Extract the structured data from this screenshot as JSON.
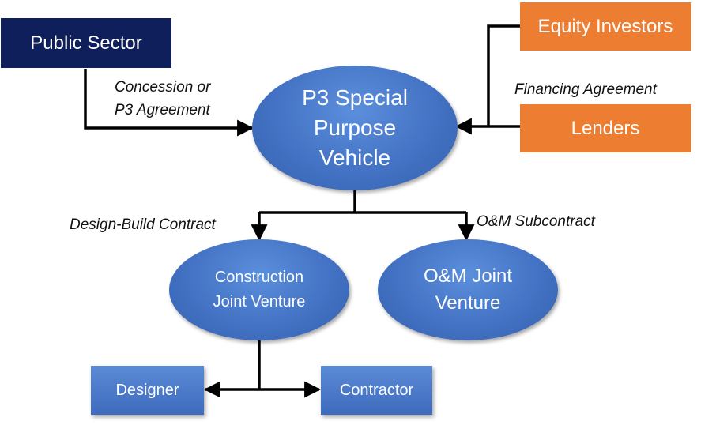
{
  "nodes": {
    "public_sector": "Public Sector",
    "equity_investors": "Equity Investors",
    "lenders": "Lenders",
    "spv": [
      "P3 Special",
      "Purpose",
      "Vehicle"
    ],
    "construction_jv": [
      "Construction",
      "Joint Venture"
    ],
    "om_jv": [
      "O&M Joint",
      "Venture"
    ],
    "designer": "Designer",
    "contractor": "Contractor"
  },
  "edges": {
    "concession": [
      "Concession or",
      "P3 Agreement"
    ],
    "financing": "Financing Agreement",
    "design_build": "Design-Build Contract",
    "om_subcontract": "O&M Subcontract"
  },
  "colors": {
    "navy": "#0e1f5b",
    "orange": "#ed7d31",
    "blue": "#4472c4",
    "line": "#000000"
  }
}
